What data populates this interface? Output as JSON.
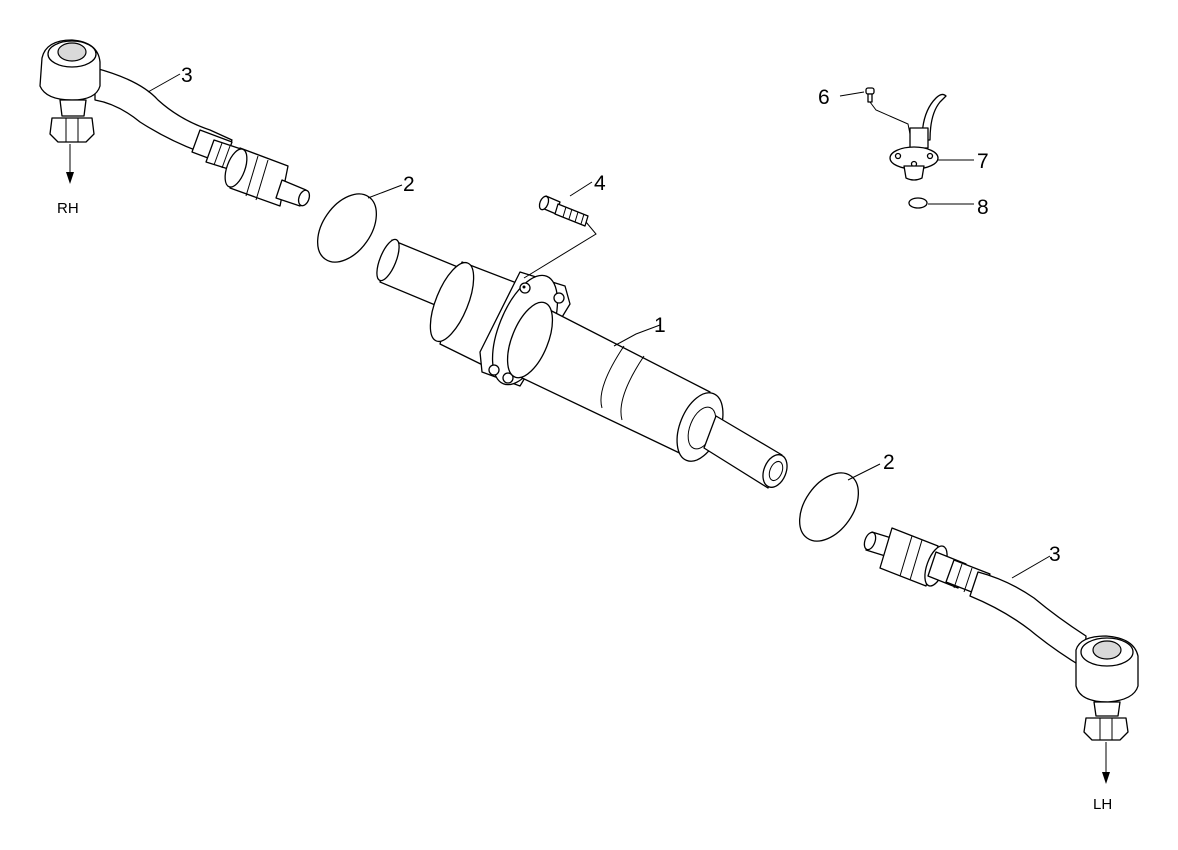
{
  "callouts": {
    "c1": "1",
    "c2a": "2",
    "c2b": "2",
    "c3a": "3",
    "c3b": "3",
    "c4": "4",
    "c6": "6",
    "c7": "7",
    "c8": "8"
  },
  "sides": {
    "right": "RH",
    "left": "LH"
  },
  "colors": {
    "line": "#000000",
    "background": "#ffffff"
  }
}
